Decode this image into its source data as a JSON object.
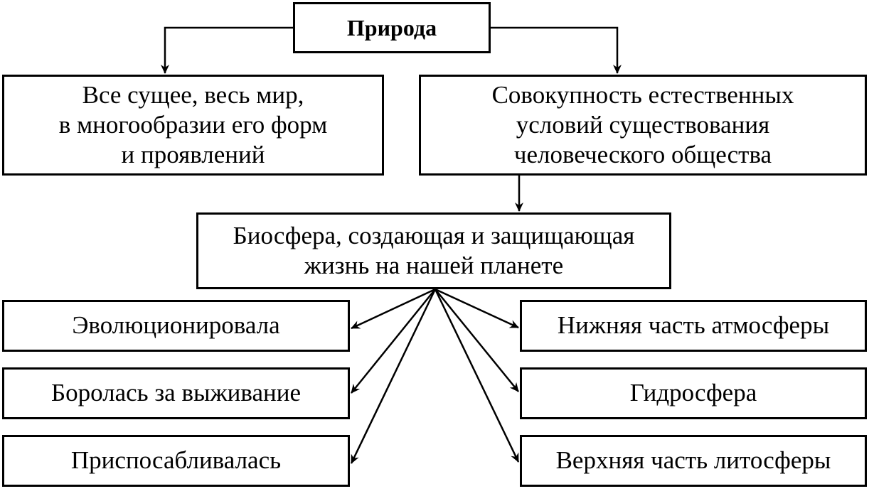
{
  "diagram": {
    "root": "Природа",
    "definitions": [
      "Все сущее, весь мир,\nв многообразии его форм\nи проявлений",
      "Совокупность естественных\nусловий существования\nчеловеческого общества"
    ],
    "biosphere": "Биосфера, создающая и защищающая\nжизнь на нашей планете",
    "biosphere_actions": [
      "Эволюционировала",
      "Боролась за выживание",
      "Приспосабливалась"
    ],
    "biosphere_parts": [
      "Нижняя часть атмосферы",
      "Гидросфера",
      "Верхняя часть литосферы"
    ]
  }
}
